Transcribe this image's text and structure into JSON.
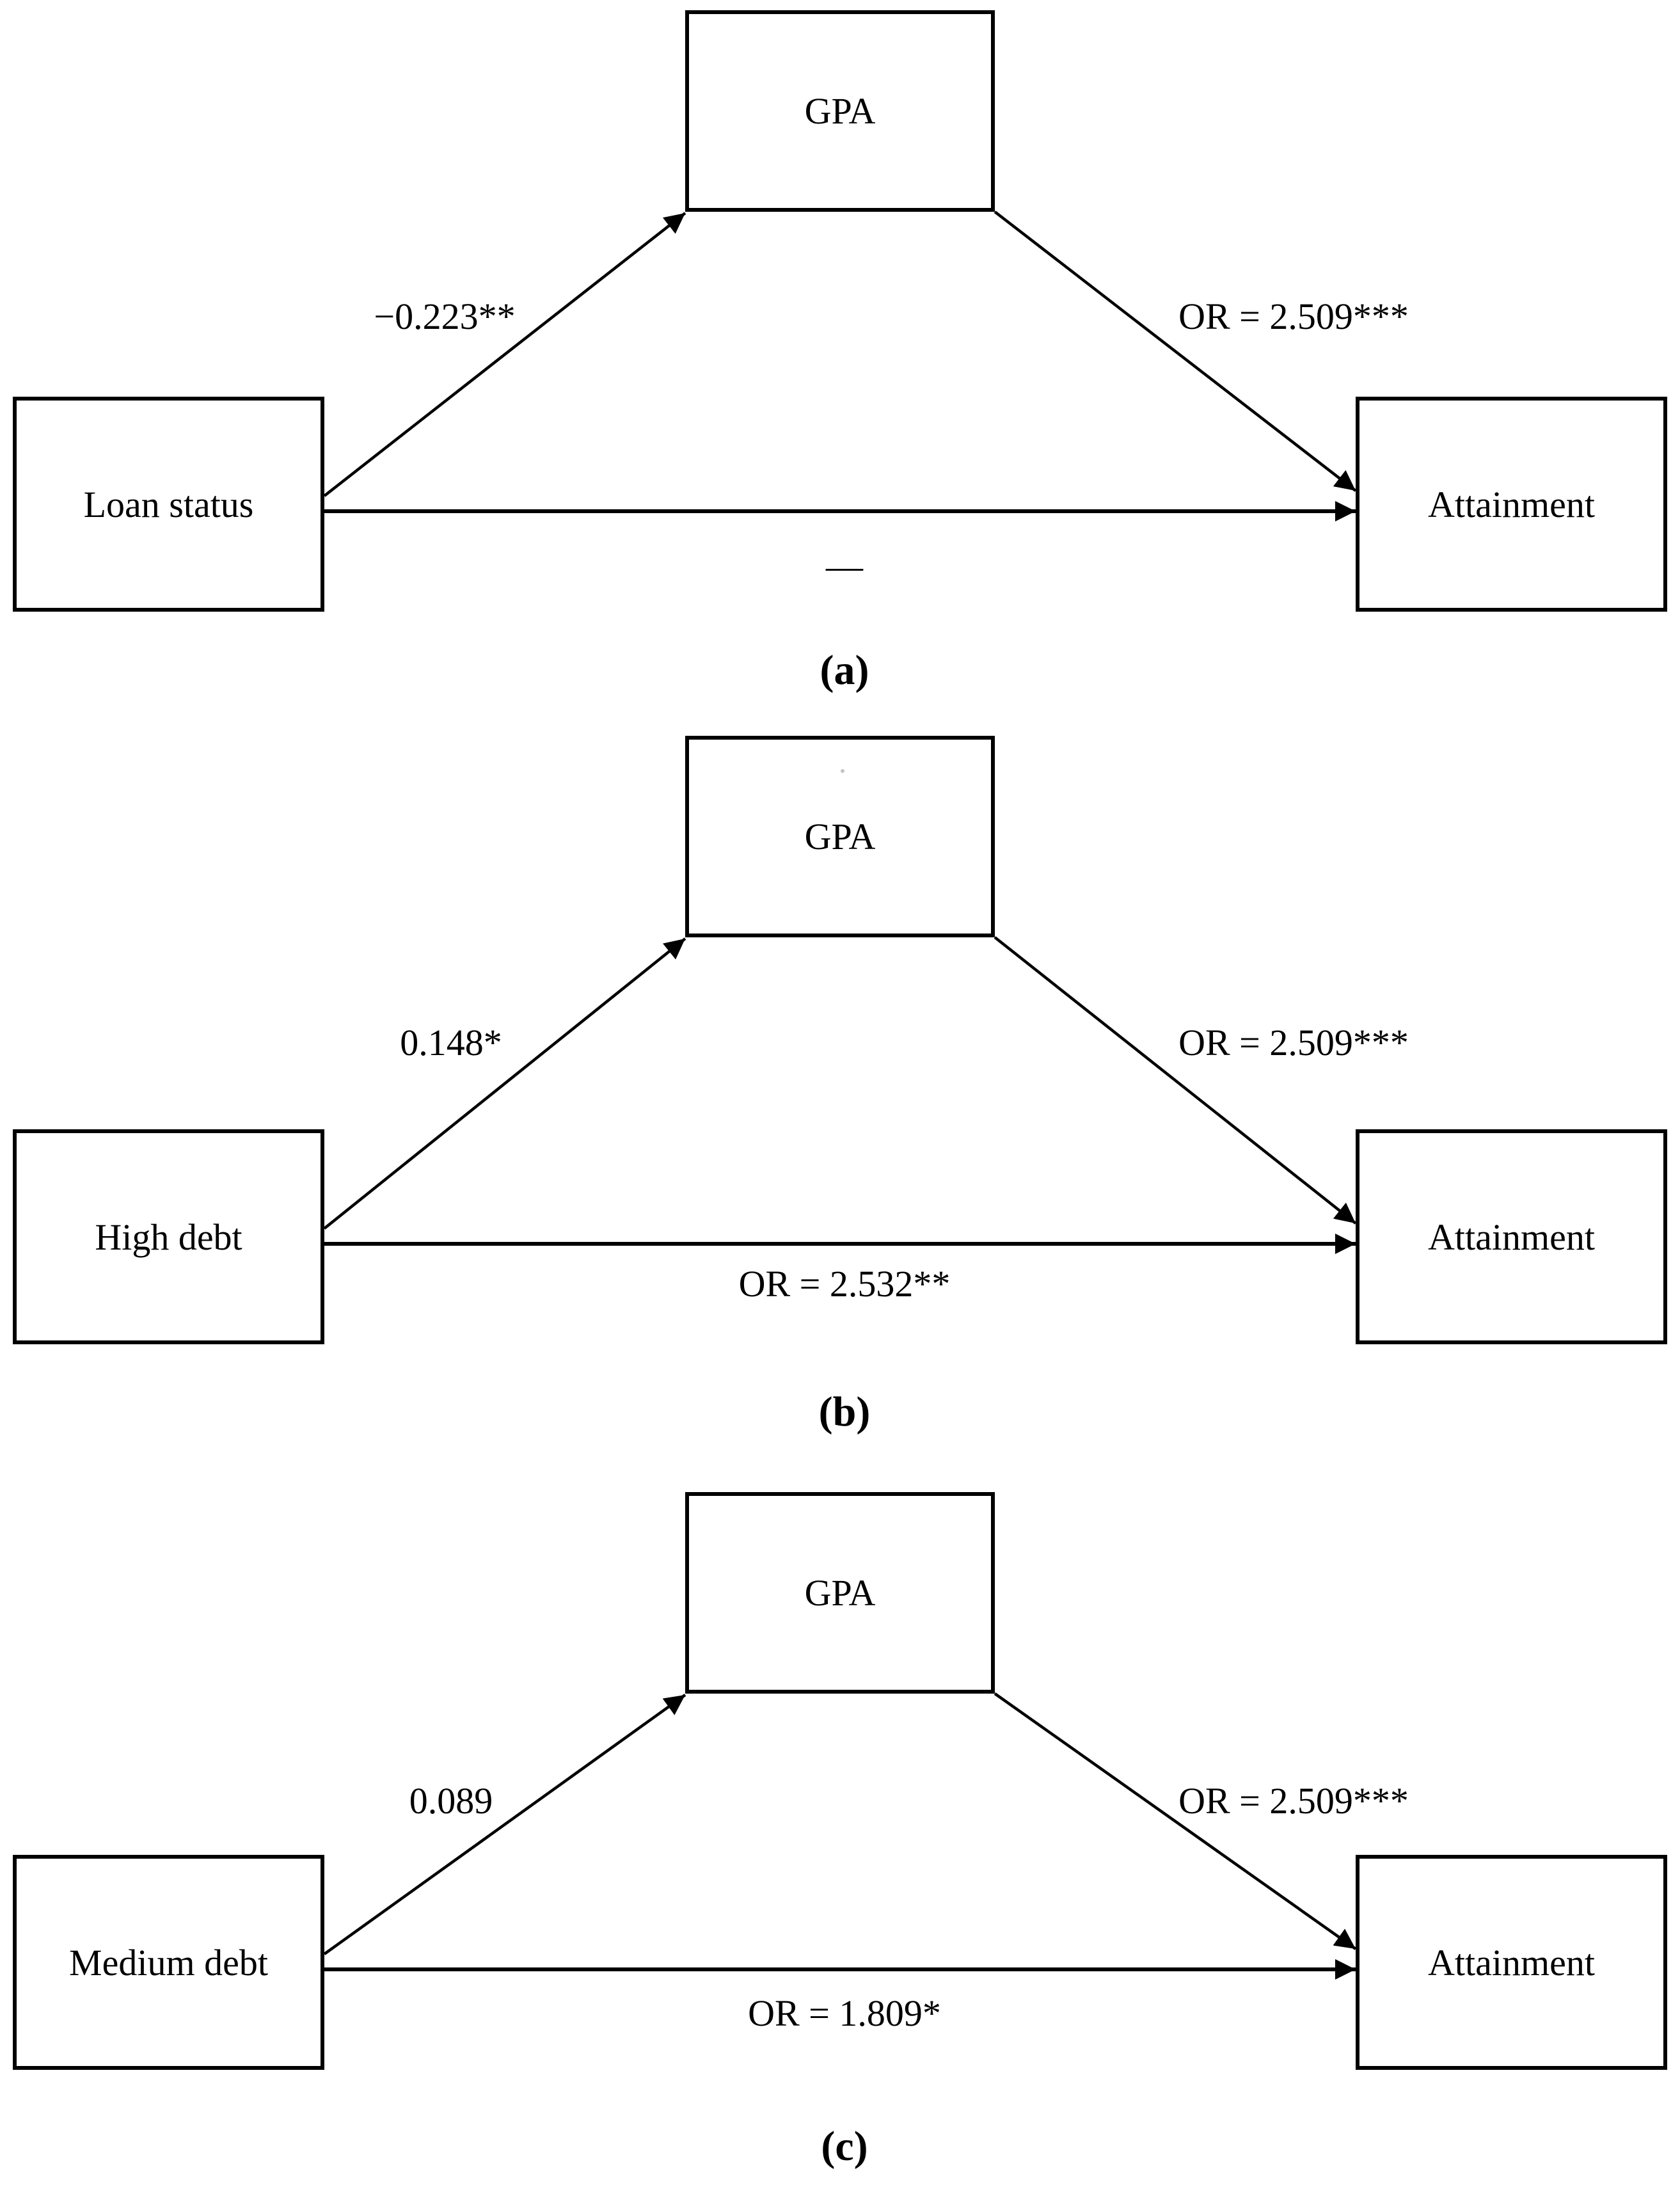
{
  "figure": {
    "panels": [
      {
        "caption": "(a)",
        "predictor_label": "Loan status",
        "mediator_label": "GPA",
        "outcome_label": "Attainment",
        "predictor_to_mediator": "−0.223**",
        "mediator_to_outcome": "OR = 2.509***",
        "predictor_to_outcome": "—"
      },
      {
        "caption": "(b)",
        "predictor_label": "High debt",
        "mediator_label": "GPA",
        "outcome_label": "Attainment",
        "predictor_to_mediator": "0.148*",
        "mediator_to_outcome": "OR = 2.509***",
        "predictor_to_outcome": "OR = 2.532**"
      },
      {
        "caption": "(c)",
        "predictor_label": "Medium debt",
        "mediator_label": "GPA",
        "outcome_label": "Attainment",
        "predictor_to_mediator": "0.089",
        "mediator_to_outcome": "OR = 2.509***",
        "predictor_to_outcome": "OR = 1.809*"
      }
    ],
    "line_color": "#000000",
    "background_color": "#ffffff"
  }
}
